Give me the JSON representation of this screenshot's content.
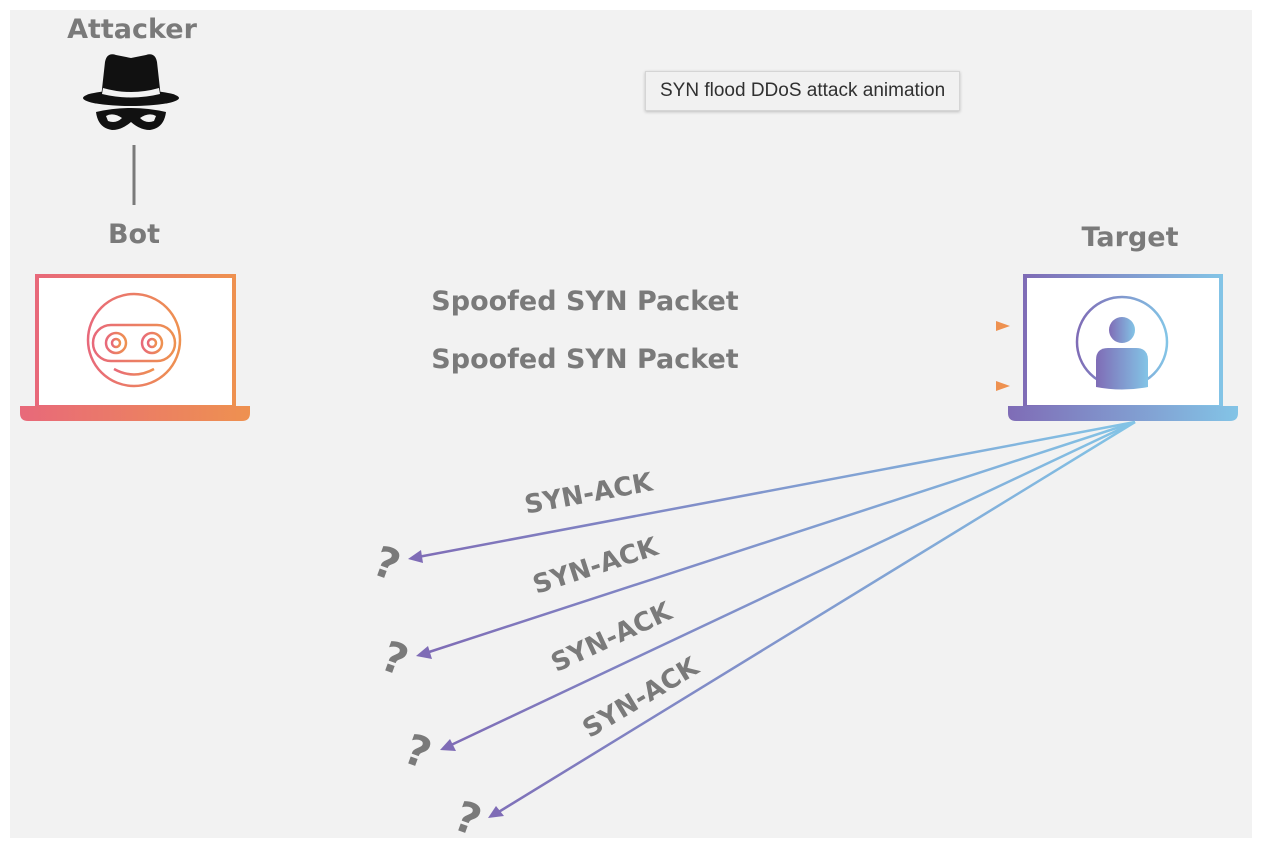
{
  "tooltip": "SYN flood DDoS attack animation",
  "labels": {
    "attacker": "Attacker",
    "bot": "Bot",
    "target": "Target",
    "spoofed_1": "Spoofed SYN Packet",
    "spoofed_2": "Spoofed SYN Packet",
    "synack_1": "SYN-ACK",
    "synack_2": "SYN-ACK",
    "synack_3": "SYN-ACK",
    "synack_4": "SYN-ACK",
    "q_1": "?",
    "q_2": "?",
    "q_3": "?",
    "q_4": "?"
  },
  "colors": {
    "bot_gradient_start": "#e8697a",
    "bot_gradient_end": "#ee9150",
    "target_gradient_start": "#7f6cb6",
    "target_gradient_end": "#83c4e6",
    "label_gray": "#7a7a7a",
    "background": "#f2f2f2"
  },
  "icons": {
    "attacker": "spy-icon",
    "bot": "robot-face-icon",
    "target": "user-avatar-icon",
    "bot_device": "laptop-icon",
    "target_device": "laptop-icon"
  }
}
